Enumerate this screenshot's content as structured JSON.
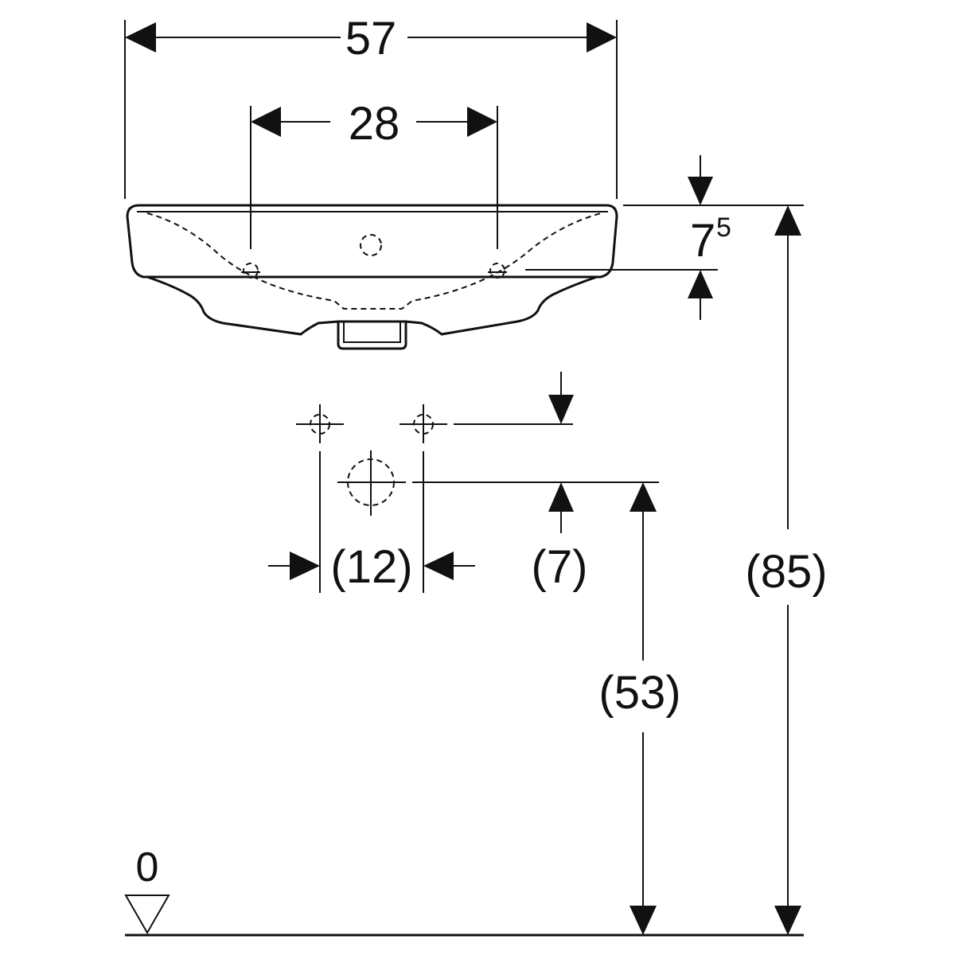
{
  "dimensions": {
    "overall_width": "57",
    "tap_hole_spacing": "28",
    "rim_thickness_main": "7",
    "rim_thickness_sup": "5",
    "connection_spacing": "(12)",
    "connection_offset": "(7)",
    "drain_height": "(53)",
    "rim_height": "(85)",
    "floor_level": "0"
  },
  "colors": {
    "line": "#111111",
    "background": "#ffffff"
  }
}
